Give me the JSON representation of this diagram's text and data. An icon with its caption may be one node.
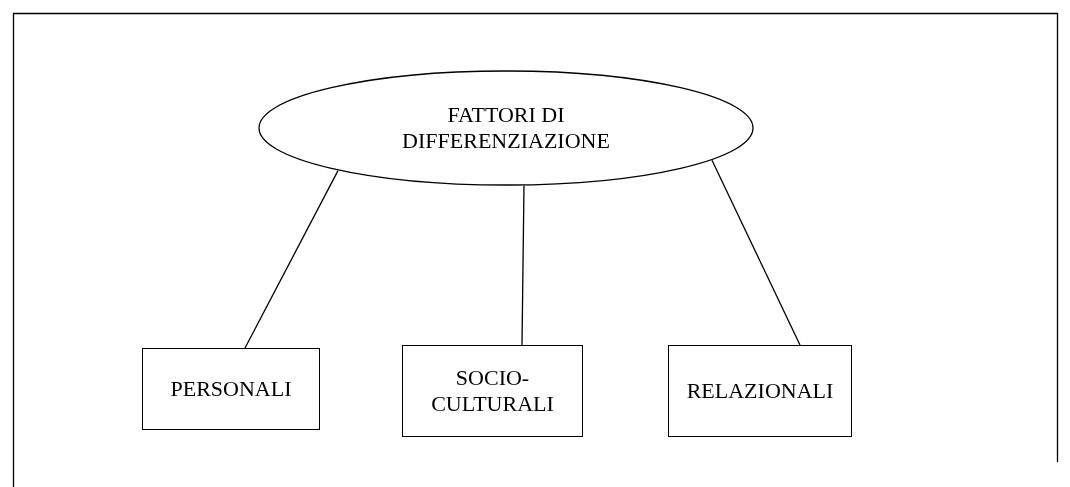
{
  "diagram": {
    "nodes": [
      {
        "text": [
          "FATTORI DI DIFFERENZIAZIONE"
        ]
      },
      {
        "text": [
          "PERSONALI"
        ]
      },
      {
        "text": [
          "SOCIO-CULTURALI"
        ]
      },
      {
        "text": [
          "RELAZIONALI"
        ]
      }
    ],
    "edges": [
      {
        "from": 0,
        "to": 1,
        "arrow": "none"
      },
      {
        "from": 0,
        "to": 2,
        "arrow": "none"
      },
      {
        "from": 0,
        "to": 3,
        "arrow": "none"
      }
    ]
  }
}
